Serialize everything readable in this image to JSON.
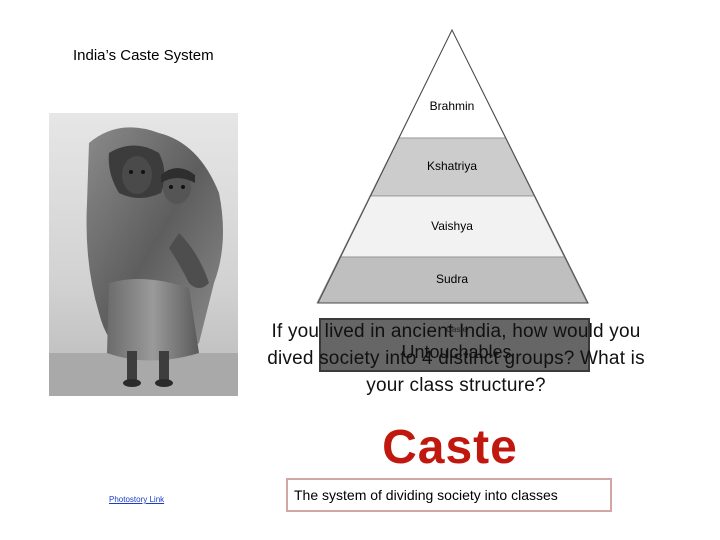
{
  "title": "India’s Caste System",
  "pyramid": {
    "tiers": [
      {
        "label": "Brahmin",
        "color": "#ffffff"
      },
      {
        "label": "Kshatriya",
        "color": "#cccccc"
      },
      {
        "label": "Vaishya",
        "color": "#f2f2f2"
      },
      {
        "label": "Sudra",
        "color": "#bfbfbf"
      }
    ],
    "untouchables_small": "Caste",
    "untouchables_label": "Untouchables",
    "untouchables_color": "#666666"
  },
  "question": "If you lived in ancient India, how would you dived society into 4 distinct groups?  What is your class structure?",
  "caste_word": "Caste",
  "caste_color": "#c0180e",
  "definition": "The system of dividing society into classes",
  "photo_link": "Photostory Link"
}
